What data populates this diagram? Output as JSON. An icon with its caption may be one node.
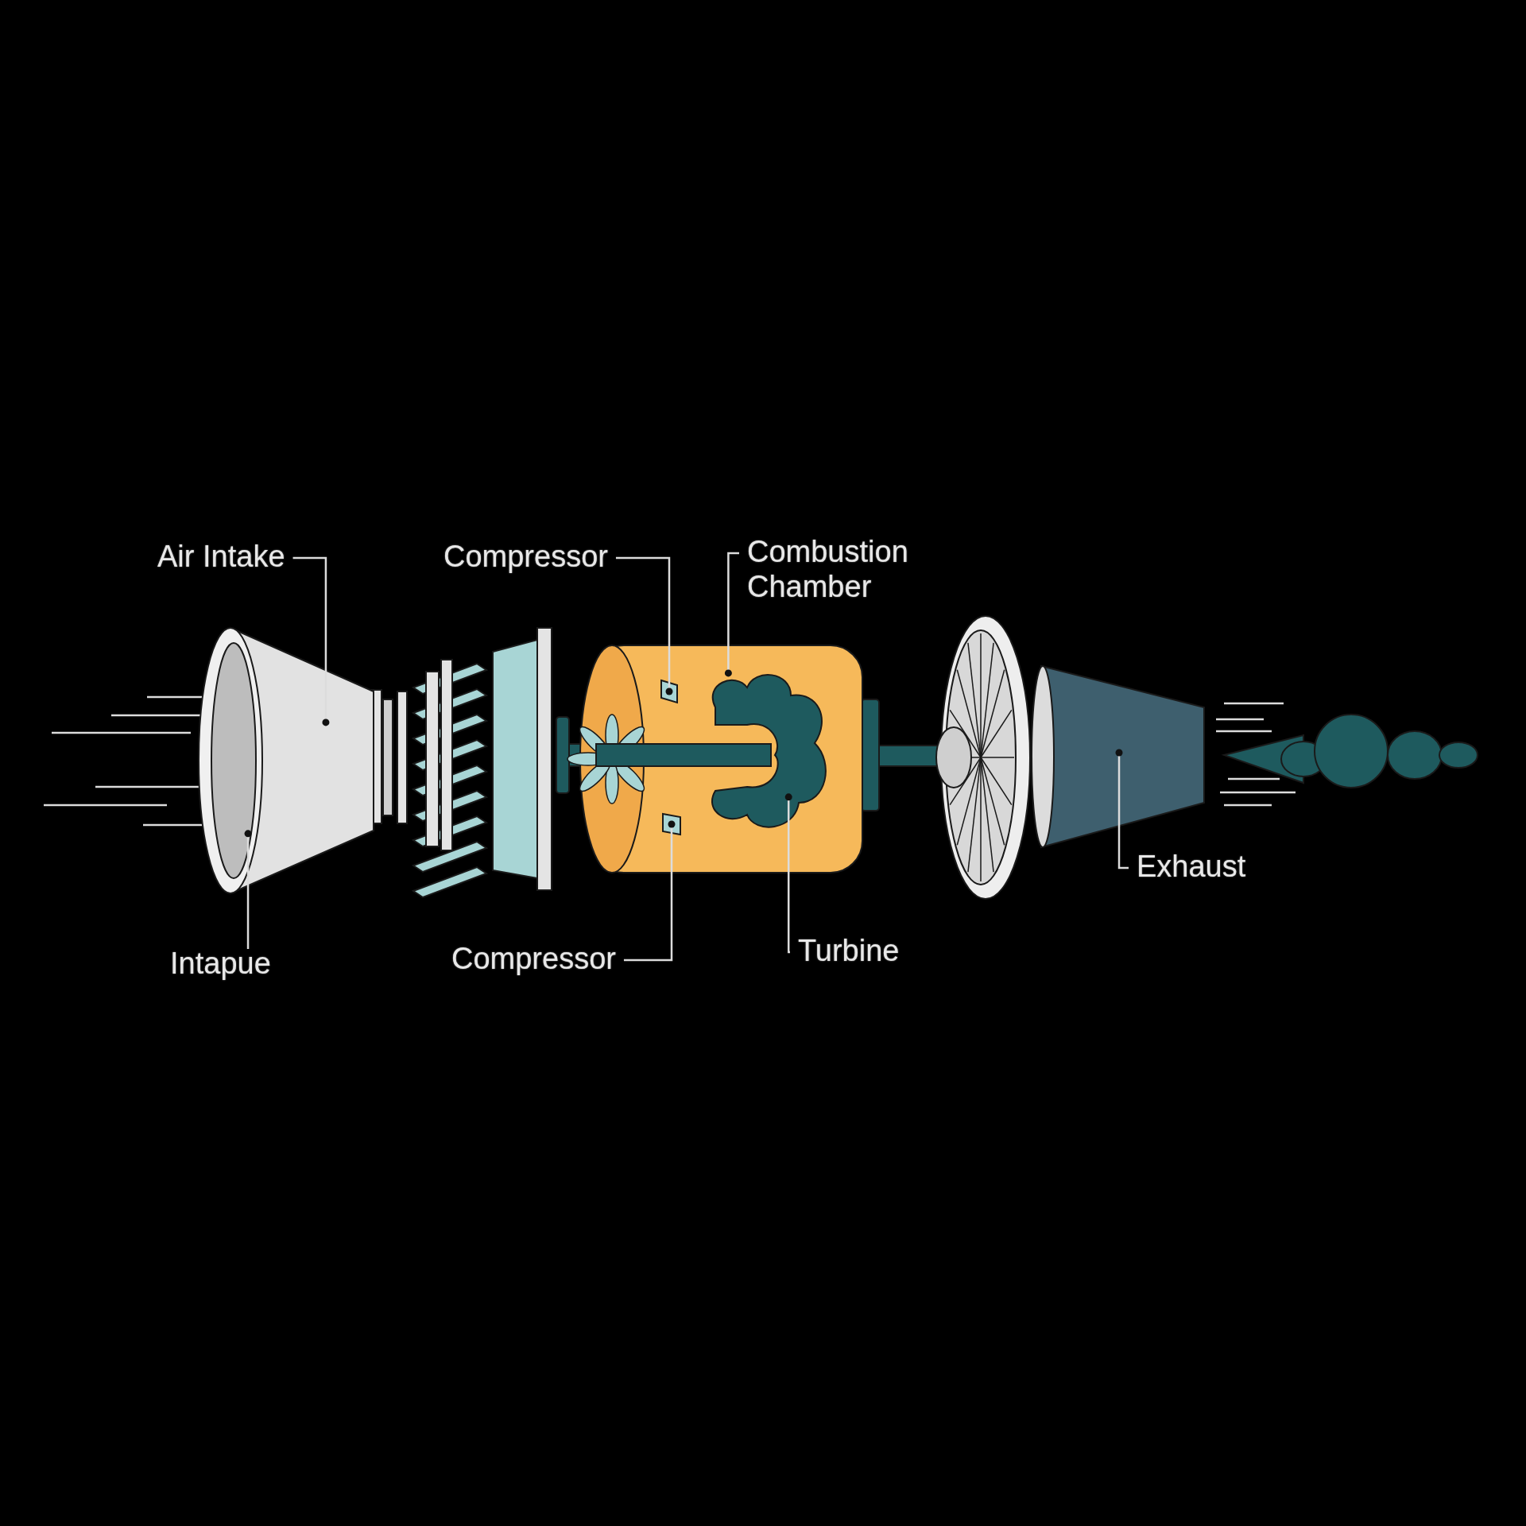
{
  "diagram": {
    "nodes": [
      {
        "text": [
          "Air Intake"
        ]
      },
      {
        "text": [
          "Compressor"
        ]
      },
      {
        "text": [
          "Combustion Chamber"
        ]
      },
      {
        "text": [
          "Intapue"
        ]
      },
      {
        "text": [
          "Compressor"
        ]
      },
      {
        "text": [
          "Turbine"
        ]
      },
      {
        "text": [
          "Exhaust"
        ]
      },
      {
        "text": [],
        "shape": "picture"
      },
      {
        "text": [],
        "shape": "picture"
      },
      {
        "text": [],
        "shape": "box",
        "in": 8
      },
      {
        "text": [],
        "shape": "picture",
        "in": 8
      },
      {
        "text": [],
        "shape": "box",
        "in": 8
      },
      {
        "text": [],
        "shape": "picture"
      }
    ],
    "edges": [
      {
        "from": 0,
        "to": 7,
        "arrow": "other"
      },
      {
        "from": 1,
        "to": 9,
        "arrow": "other"
      },
      {
        "from": 2,
        "to": 8,
        "arrow": "other"
      },
      {
        "from": 3,
        "to": 7,
        "arrow": "other"
      },
      {
        "from": 4,
        "to": 11,
        "arrow": "other"
      },
      {
        "from": 5,
        "to": 10,
        "arrow": "other"
      },
      {
        "from": 6,
        "to": 12,
        "arrow": "other"
      }
    ]
  }
}
